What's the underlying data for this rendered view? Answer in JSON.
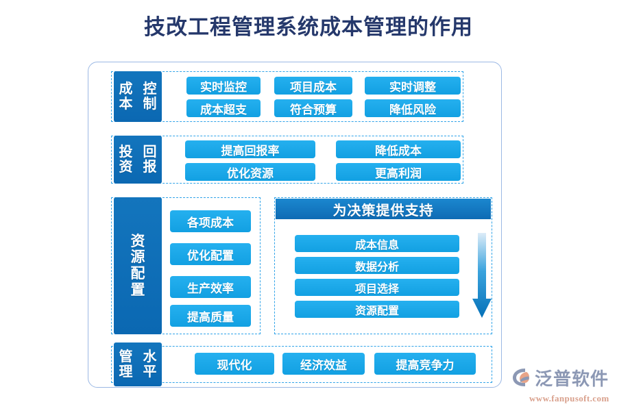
{
  "page": {
    "title": "技改工程管理系统成本管理的作用",
    "title_color": "#25386b",
    "accent_dark": "#0b68b2",
    "accent_light": "#12a0e2",
    "dashed_color": "#2fa3e8",
    "frame_color": "#9bb8e4"
  },
  "rows": [
    {
      "id": "cost-control",
      "label_lines": [
        "成本",
        "控制"
      ],
      "items": [
        "实时监控",
        "项目成本",
        "实时调整",
        "成本超支",
        "符合预算",
        "降低风险"
      ]
    },
    {
      "id": "investment-return",
      "label_lines": [
        "投资",
        "回报"
      ],
      "items": [
        "提高回报率",
        "降低成本",
        "优化资源",
        "更高利润"
      ]
    },
    {
      "id": "resource-allocation",
      "label_lines": [
        "资",
        "源",
        "配",
        "置"
      ],
      "items": [
        "各项成本",
        "优化配置",
        "生产效率",
        "提高质量"
      ]
    },
    {
      "id": "management-level",
      "label_lines": [
        "管理",
        "水平"
      ],
      "items": [
        "现代化",
        "经济效益",
        "提高竞争力"
      ]
    }
  ],
  "decision_panel": {
    "header": "为决策提供支持",
    "items": [
      "成本信息",
      "数据分析",
      "项目选择",
      "资源配置"
    ],
    "arrow": "down-arrow-icon"
  },
  "logo": {
    "icon": "fanpu-logo-icon",
    "brand": "泛普软件",
    "url": "www.fanpusoft.com",
    "brand_color": "#8c98b4",
    "url_color": "#d9a08c",
    "icon_accent": "#e8a488"
  }
}
